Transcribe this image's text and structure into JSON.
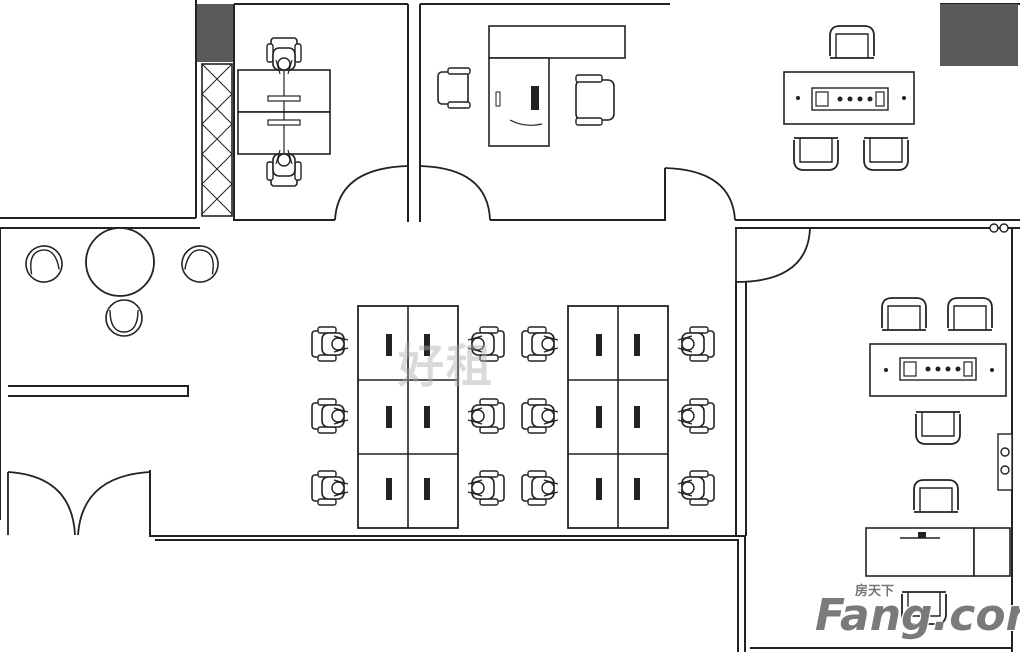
{
  "watermarks": {
    "center": "好租",
    "logo_small": "房天下",
    "logo_main": "Fang.com"
  },
  "colors": {
    "line": "#222222",
    "column_fill": "#5a5a5a",
    "panel_fill": "#cfcfcf"
  }
}
